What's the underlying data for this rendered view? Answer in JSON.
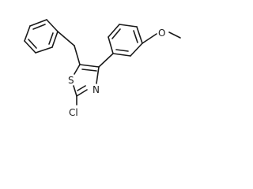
{
  "atoms": {
    "sulfur": "S",
    "nitrogen": "N",
    "chlorine": "Cl",
    "oxygen": "O"
  }
}
